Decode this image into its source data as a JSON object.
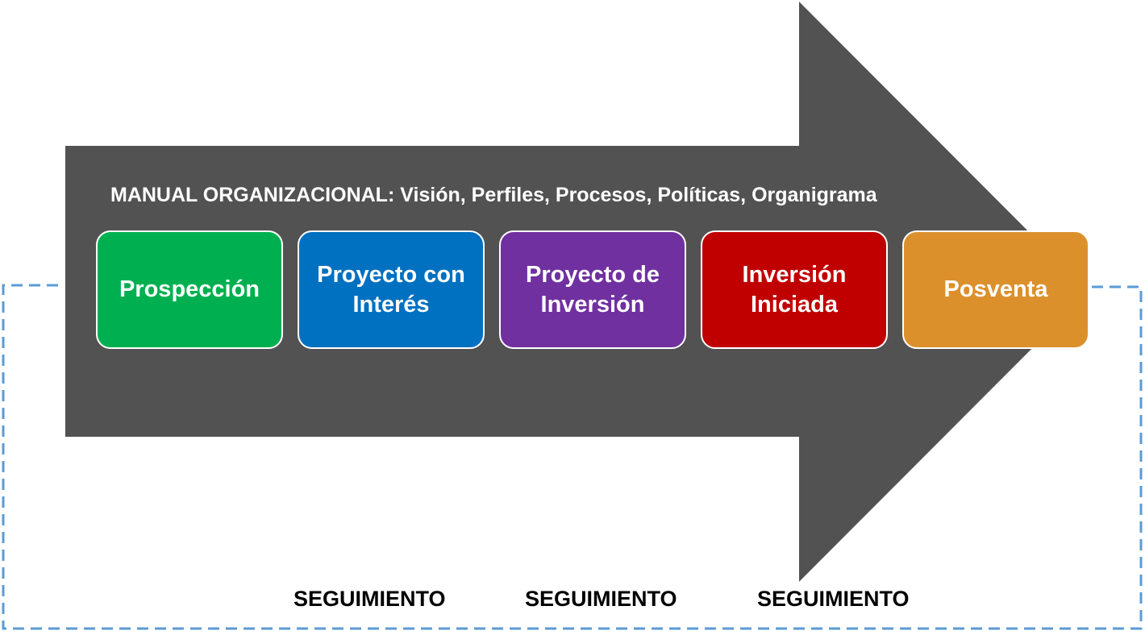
{
  "diagram": {
    "header": "MANUAL ORGANIZACIONAL: Visión, Perfiles, Procesos, Políticas, Organigrama",
    "stages": [
      {
        "label": "Prospección",
        "color": "#00b050"
      },
      {
        "label": "Proyecto con\nInterés",
        "color": "#0070c0"
      },
      {
        "label": "Proyecto de\nInversión",
        "color": "#7030a0"
      },
      {
        "label": "Inversión\nIniciada",
        "color": "#c00000"
      },
      {
        "label": "Posventa",
        "color": "#dc902c"
      }
    ],
    "followups": [
      "SEGUIMIENTO",
      "SEGUIMIENTO",
      "SEGUIMIENTO"
    ],
    "colors": {
      "arrow": "#525252",
      "dashed_loop": "#5b9bd5",
      "stage_border": "#ffffff"
    }
  }
}
